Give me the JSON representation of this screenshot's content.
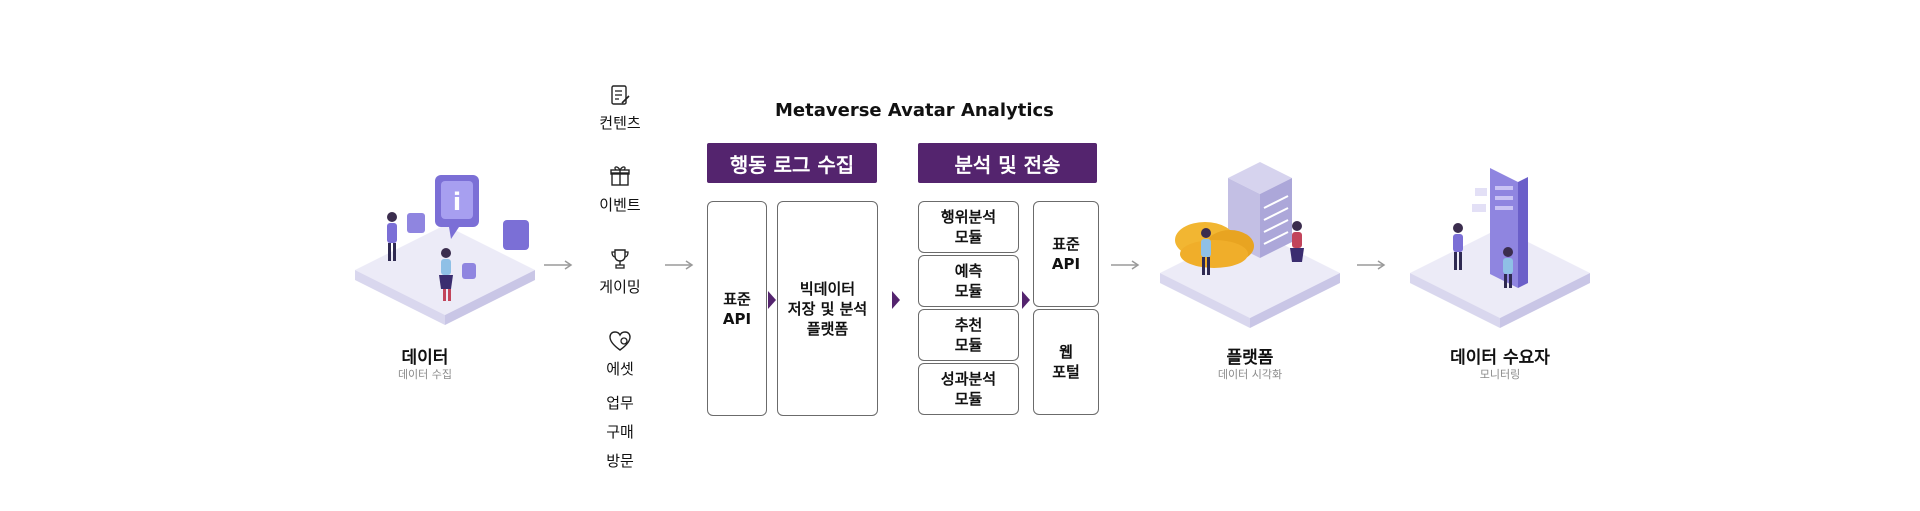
{
  "title": "Metaverse Avatar Analytics",
  "stages": [
    {
      "title": "데이터",
      "subtitle": "데이터 수집"
    },
    {
      "title": "플랫폼",
      "subtitle": "데이터 시각화"
    },
    {
      "title": "데이터 수요자",
      "subtitle": "모니터링"
    }
  ],
  "sources": [
    {
      "label": "컨텐츠",
      "icon": "document-edit-icon"
    },
    {
      "label": "이벤트",
      "icon": "gift-icon"
    },
    {
      "label": "게이밍",
      "icon": "trophy-icon"
    },
    {
      "label": "에셋",
      "icon": "heart-gear-icon"
    },
    {
      "label": "업무"
    },
    {
      "label": "구매"
    },
    {
      "label": "방문"
    }
  ],
  "sections": {
    "collection": {
      "header": "행동 로그 수집",
      "boxes": [
        "표준\nAPI",
        "빅데이터\n저장 및 분석\n플랫폼"
      ]
    },
    "analysis": {
      "header": "분석 및 전송",
      "modules": [
        "행위분석\n모듈",
        "예측\n모듈",
        "추천\n모듈",
        "성과분석\n모듈"
      ],
      "outputs": [
        "표준\nAPI",
        "웹\n포털"
      ]
    }
  },
  "colors": {
    "accent": "#54246e",
    "illustration": "#7b6fd6",
    "arrow": "#9a9a9a"
  }
}
